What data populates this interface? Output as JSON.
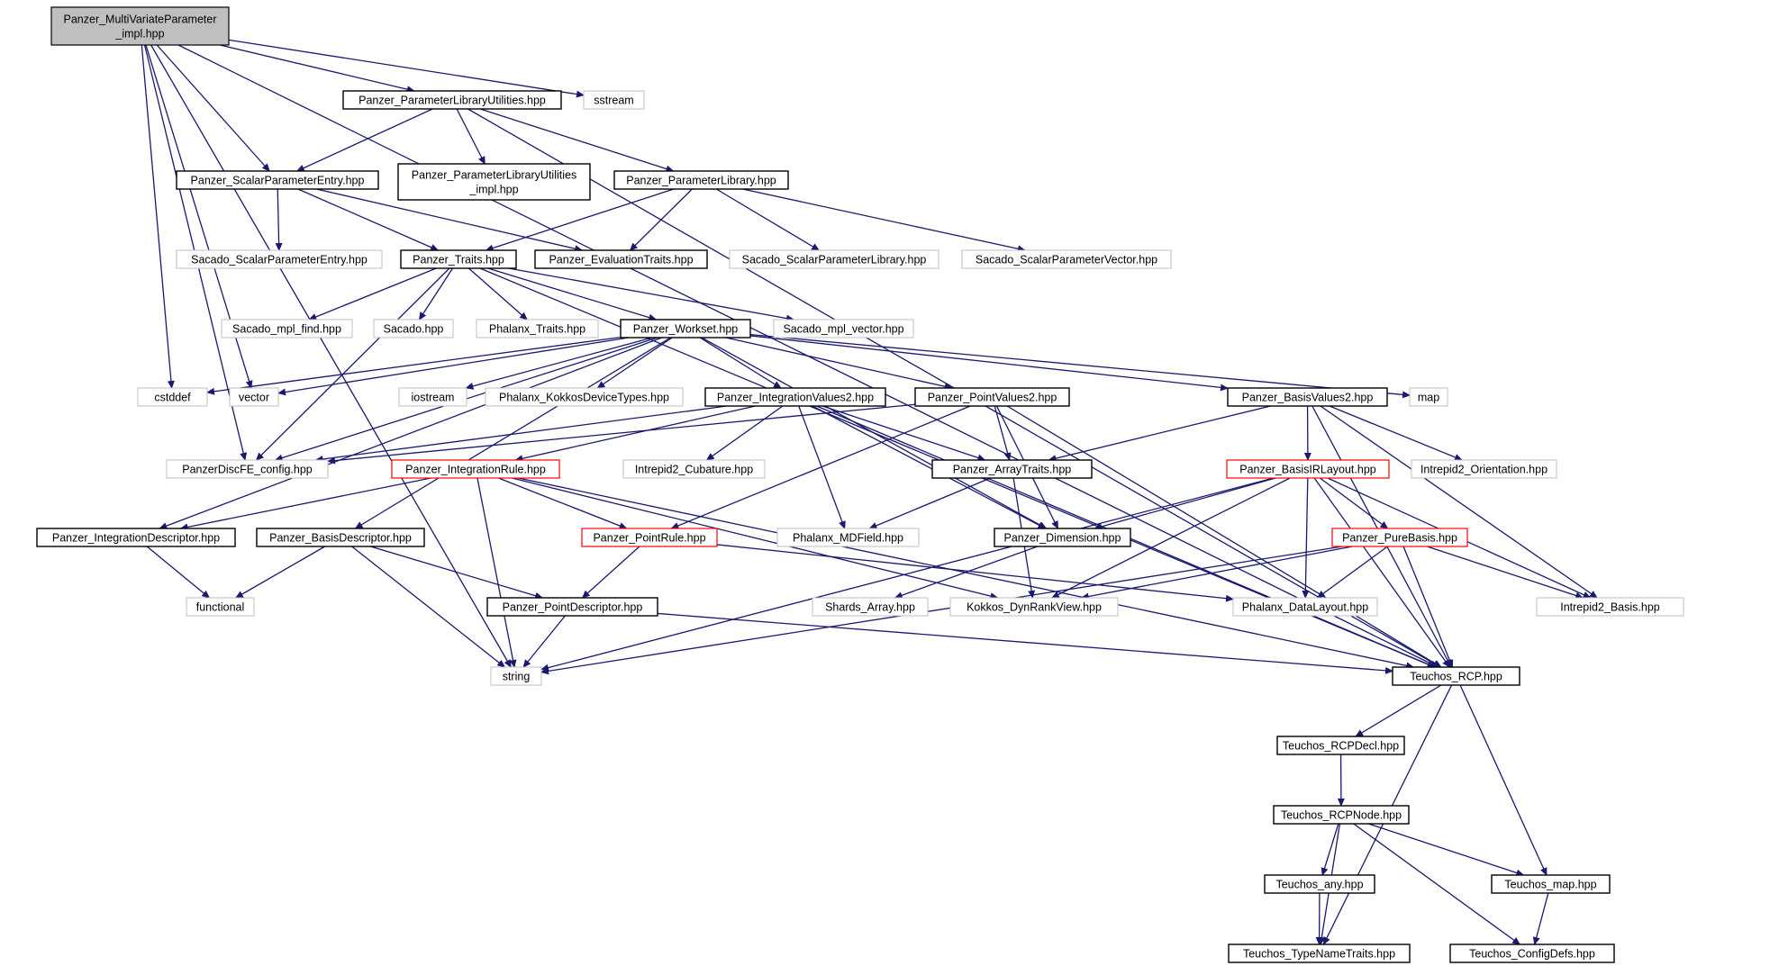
{
  "colors": {
    "edge": "#191970",
    "box_normal": "#000000",
    "box_external": "#bfbfbf",
    "box_incomplete": "#ff0000",
    "root_fill": "#bfbfbf",
    "text": "#000000"
  },
  "nodes": [
    {
      "id": "root",
      "lines": [
        "Panzer_MultiVariateParameter",
        "_impl.hpp"
      ],
      "style": "root"
    },
    {
      "id": "plu",
      "lines": [
        "Panzer_ParameterLibraryUtilities.hpp"
      ],
      "style": "normal"
    },
    {
      "id": "sstream",
      "lines": [
        "sstream"
      ],
      "style": "external"
    },
    {
      "id": "spe",
      "lines": [
        "Panzer_ScalarParameterEntry.hpp"
      ],
      "style": "normal"
    },
    {
      "id": "pluimpl",
      "lines": [
        "Panzer_ParameterLibraryUtilities",
        "_impl.hpp"
      ],
      "style": "normal"
    },
    {
      "id": "pl",
      "lines": [
        "Panzer_ParameterLibrary.hpp"
      ],
      "style": "normal"
    },
    {
      "id": "sacspe",
      "lines": [
        "Sacado_ScalarParameterEntry.hpp"
      ],
      "style": "external"
    },
    {
      "id": "traits",
      "lines": [
        "Panzer_Traits.hpp"
      ],
      "style": "normal"
    },
    {
      "id": "evaltraits",
      "lines": [
        "Panzer_EvaluationTraits.hpp"
      ],
      "style": "normal"
    },
    {
      "id": "sacspl",
      "lines": [
        "Sacado_ScalarParameterLibrary.hpp"
      ],
      "style": "external"
    },
    {
      "id": "sacspv",
      "lines": [
        "Sacado_ScalarParameterVector.hpp"
      ],
      "style": "external"
    },
    {
      "id": "sacmplfind",
      "lines": [
        "Sacado_mpl_find.hpp"
      ],
      "style": "external"
    },
    {
      "id": "sacado",
      "lines": [
        "Sacado.hpp"
      ],
      "style": "external"
    },
    {
      "id": "phxtraits",
      "lines": [
        "Phalanx_Traits.hpp"
      ],
      "style": "external"
    },
    {
      "id": "workset",
      "lines": [
        "Panzer_Workset.hpp"
      ],
      "style": "normal"
    },
    {
      "id": "sacmplvec",
      "lines": [
        "Sacado_mpl_vector.hpp"
      ],
      "style": "external"
    },
    {
      "id": "cstddef",
      "lines": [
        "cstddef"
      ],
      "style": "external"
    },
    {
      "id": "vector",
      "lines": [
        "vector"
      ],
      "style": "external"
    },
    {
      "id": "iostream",
      "lines": [
        "iostream"
      ],
      "style": "external"
    },
    {
      "id": "phxkdt",
      "lines": [
        "Phalanx_KokkosDeviceTypes.hpp"
      ],
      "style": "external"
    },
    {
      "id": "intval2",
      "lines": [
        "Panzer_IntegrationValues2.hpp"
      ],
      "style": "normal"
    },
    {
      "id": "ptval2",
      "lines": [
        "Panzer_PointValues2.hpp"
      ],
      "style": "normal"
    },
    {
      "id": "basisval2",
      "lines": [
        "Panzer_BasisValues2.hpp"
      ],
      "style": "normal"
    },
    {
      "id": "map",
      "lines": [
        "map"
      ],
      "style": "external"
    },
    {
      "id": "discfe",
      "lines": [
        "PanzerDiscFE_config.hpp"
      ],
      "style": "external"
    },
    {
      "id": "intrule",
      "lines": [
        "Panzer_IntegrationRule.hpp"
      ],
      "style": "incomplete"
    },
    {
      "id": "i2cub",
      "lines": [
        "Intrepid2_Cubature.hpp"
      ],
      "style": "external"
    },
    {
      "id": "arraytraits",
      "lines": [
        "Panzer_ArrayTraits.hpp"
      ],
      "style": "normal"
    },
    {
      "id": "birl",
      "lines": [
        "Panzer_BasisIRLayout.hpp"
      ],
      "style": "incomplete"
    },
    {
      "id": "i2orient",
      "lines": [
        "Intrepid2_Orientation.hpp"
      ],
      "style": "external"
    },
    {
      "id": "intdesc",
      "lines": [
        "Panzer_IntegrationDescriptor.hpp"
      ],
      "style": "normal"
    },
    {
      "id": "basisdesc",
      "lines": [
        "Panzer_BasisDescriptor.hpp"
      ],
      "style": "normal"
    },
    {
      "id": "ptrule",
      "lines": [
        "Panzer_PointRule.hpp"
      ],
      "style": "incomplete"
    },
    {
      "id": "mdfield",
      "lines": [
        "Phalanx_MDField.hpp"
      ],
      "style": "external"
    },
    {
      "id": "dimension",
      "lines": [
        "Panzer_Dimension.hpp"
      ],
      "style": "normal"
    },
    {
      "id": "purebasis",
      "lines": [
        "Panzer_PureBasis.hpp"
      ],
      "style": "incomplete"
    },
    {
      "id": "functional",
      "lines": [
        "functional"
      ],
      "style": "external"
    },
    {
      "id": "ptdesc",
      "lines": [
        "Panzer_PointDescriptor.hpp"
      ],
      "style": "normal"
    },
    {
      "id": "shards",
      "lines": [
        "Shards_Array.hpp"
      ],
      "style": "external"
    },
    {
      "id": "kokkosdrv",
      "lines": [
        "Kokkos_DynRankView.hpp"
      ],
      "style": "external"
    },
    {
      "id": "phxdl",
      "lines": [
        "Phalanx_DataLayout.hpp"
      ],
      "style": "external"
    },
    {
      "id": "i2basis",
      "lines": [
        "Intrepid2_Basis.hpp"
      ],
      "style": "external"
    },
    {
      "id": "string",
      "lines": [
        "string"
      ],
      "style": "external"
    },
    {
      "id": "rcp",
      "lines": [
        "Teuchos_RCP.hpp"
      ],
      "style": "normal"
    },
    {
      "id": "rcpdecl",
      "lines": [
        "Teuchos_RCPDecl.hpp"
      ],
      "style": "normal"
    },
    {
      "id": "rcpnode",
      "lines": [
        "Teuchos_RCPNode.hpp"
      ],
      "style": "normal"
    },
    {
      "id": "tany",
      "lines": [
        "Teuchos_any.hpp"
      ],
      "style": "normal"
    },
    {
      "id": "tmap",
      "lines": [
        "Teuchos_map.hpp"
      ],
      "style": "normal"
    },
    {
      "id": "typename",
      "lines": [
        "Teuchos_TypeNameTraits.hpp"
      ],
      "style": "normal"
    },
    {
      "id": "configdefs",
      "lines": [
        "Teuchos_ConfigDefs.hpp"
      ],
      "style": "normal"
    }
  ],
  "edges": [
    [
      "root",
      "plu"
    ],
    [
      "root",
      "sstream"
    ],
    [
      "root",
      "spe"
    ],
    [
      "root",
      "cstddef"
    ],
    [
      "root",
      "vector"
    ],
    [
      "root",
      "discfe"
    ],
    [
      "root",
      "string"
    ],
    [
      "root",
      "rcp"
    ],
    [
      "plu",
      "spe"
    ],
    [
      "plu",
      "pluimpl"
    ],
    [
      "plu",
      "pl"
    ],
    [
      "plu",
      "rcp"
    ],
    [
      "spe",
      "sacspe"
    ],
    [
      "spe",
      "traits"
    ],
    [
      "spe",
      "evaltraits"
    ],
    [
      "pl",
      "traits"
    ],
    [
      "pl",
      "evaltraits"
    ],
    [
      "pl",
      "sacspl"
    ],
    [
      "pl",
      "sacspv"
    ],
    [
      "traits",
      "discfe"
    ],
    [
      "traits",
      "sacmplfind"
    ],
    [
      "traits",
      "sacado"
    ],
    [
      "traits",
      "phxtraits"
    ],
    [
      "traits",
      "workset"
    ],
    [
      "traits",
      "sacmplvec"
    ],
    [
      "traits",
      "rcp"
    ],
    [
      "workset",
      "cstddef"
    ],
    [
      "workset",
      "vector"
    ],
    [
      "workset",
      "iostream"
    ],
    [
      "workset",
      "phxkdt"
    ],
    [
      "workset",
      "intval2"
    ],
    [
      "workset",
      "ptval2"
    ],
    [
      "workset",
      "basisval2"
    ],
    [
      "workset",
      "map"
    ],
    [
      "workset",
      "discfe"
    ],
    [
      "workset",
      "intdesc"
    ],
    [
      "workset",
      "basisdesc"
    ],
    [
      "workset",
      "dimension"
    ],
    [
      "intval2",
      "discfe"
    ],
    [
      "intval2",
      "intrule"
    ],
    [
      "intval2",
      "i2cub"
    ],
    [
      "intval2",
      "arraytraits"
    ],
    [
      "intval2",
      "mdfield"
    ],
    [
      "intval2",
      "dimension"
    ],
    [
      "intval2",
      "rcp"
    ],
    [
      "ptval2",
      "discfe"
    ],
    [
      "ptval2",
      "arraytraits"
    ],
    [
      "ptval2",
      "ptrule"
    ],
    [
      "ptval2",
      "dimension"
    ],
    [
      "ptval2",
      "rcp"
    ],
    [
      "basisval2",
      "arraytraits"
    ],
    [
      "basisval2",
      "birl"
    ],
    [
      "basisval2",
      "i2orient"
    ],
    [
      "basisval2",
      "i2basis"
    ],
    [
      "basisval2",
      "rcp"
    ],
    [
      "intrule",
      "intdesc"
    ],
    [
      "intrule",
      "ptrule"
    ],
    [
      "intrule",
      "string"
    ],
    [
      "intrule",
      "kokkosdrv"
    ],
    [
      "intrule",
      "rcp"
    ],
    [
      "arraytraits",
      "mdfield"
    ],
    [
      "arraytraits",
      "kokkosdrv"
    ],
    [
      "birl",
      "dimension"
    ],
    [
      "birl",
      "purebasis"
    ],
    [
      "birl",
      "kokkosdrv"
    ],
    [
      "birl",
      "phxdl"
    ],
    [
      "birl",
      "i2basis"
    ],
    [
      "birl",
      "string"
    ],
    [
      "birl",
      "rcp"
    ],
    [
      "intdesc",
      "functional"
    ],
    [
      "basisdesc",
      "functional"
    ],
    [
      "basisdesc",
      "ptdesc"
    ],
    [
      "basisdesc",
      "string"
    ],
    [
      "ptrule",
      "ptdesc"
    ],
    [
      "ptrule",
      "phxdl"
    ],
    [
      "dimension",
      "shards"
    ],
    [
      "purebasis",
      "kokkosdrv"
    ],
    [
      "purebasis",
      "phxdl"
    ],
    [
      "purebasis",
      "i2basis"
    ],
    [
      "purebasis",
      "string"
    ],
    [
      "purebasis",
      "rcp"
    ],
    [
      "ptdesc",
      "string"
    ],
    [
      "ptdesc",
      "rcp"
    ],
    [
      "rcp",
      "rcpdecl"
    ],
    [
      "rcp",
      "tmap"
    ],
    [
      "rcp",
      "typename"
    ],
    [
      "rcpdecl",
      "rcpnode"
    ],
    [
      "rcpnode",
      "tany"
    ],
    [
      "rcpnode",
      "tmap"
    ],
    [
      "rcpnode",
      "typename"
    ],
    [
      "rcpnode",
      "configdefs"
    ],
    [
      "tany",
      "typename"
    ],
    [
      "tmap",
      "configdefs"
    ]
  ]
}
